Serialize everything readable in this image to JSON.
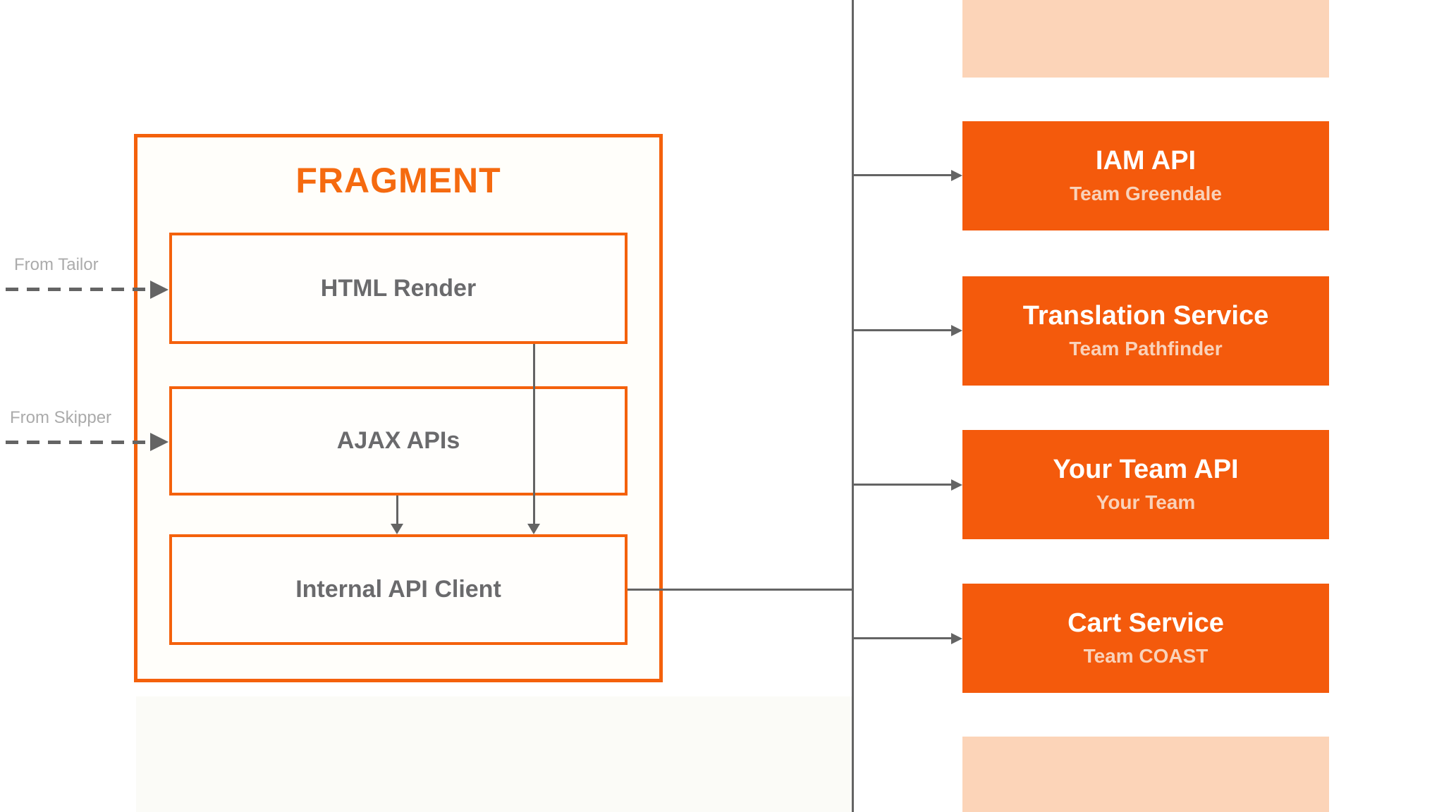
{
  "fragment": {
    "title": "FRAGMENT",
    "modules": [
      {
        "label": "HTML Render"
      },
      {
        "label": "AJAX APIs"
      },
      {
        "label": "Internal API Client"
      }
    ]
  },
  "external_inputs": [
    {
      "label": "From Tailor",
      "target": "HTML Render",
      "style": "dashed-arrow"
    },
    {
      "label": "From Skipper",
      "target": "AJAX APIs",
      "style": "dashed-arrow"
    }
  ],
  "services": [
    {
      "name": "IAM API",
      "team": "Team Greendale"
    },
    {
      "name": "Translation Service",
      "team": "Team Pathfinder"
    },
    {
      "name": "Your Team API",
      "team": "Your Team"
    },
    {
      "name": "Cart Service",
      "team": "Team COAST"
    }
  ],
  "connections": {
    "internal_arrows": [
      {
        "from": "HTML Render",
        "to": "Internal API Client"
      },
      {
        "from": "AJAX APIs",
        "to": "Internal API Client"
      }
    ],
    "bus": {
      "from": "Internal API Client",
      "to": "all services"
    }
  },
  "colors": {
    "service_fill": "#F45A0C",
    "box_border": "#F4610C",
    "fragment_title": "#F56A0F",
    "peach_partial": "#FCD4B8",
    "service_subtitle": "#F9D2BA",
    "module_text": "#6A6A6C",
    "muted_label": "#ABABAB",
    "connector_line": "#646464"
  }
}
